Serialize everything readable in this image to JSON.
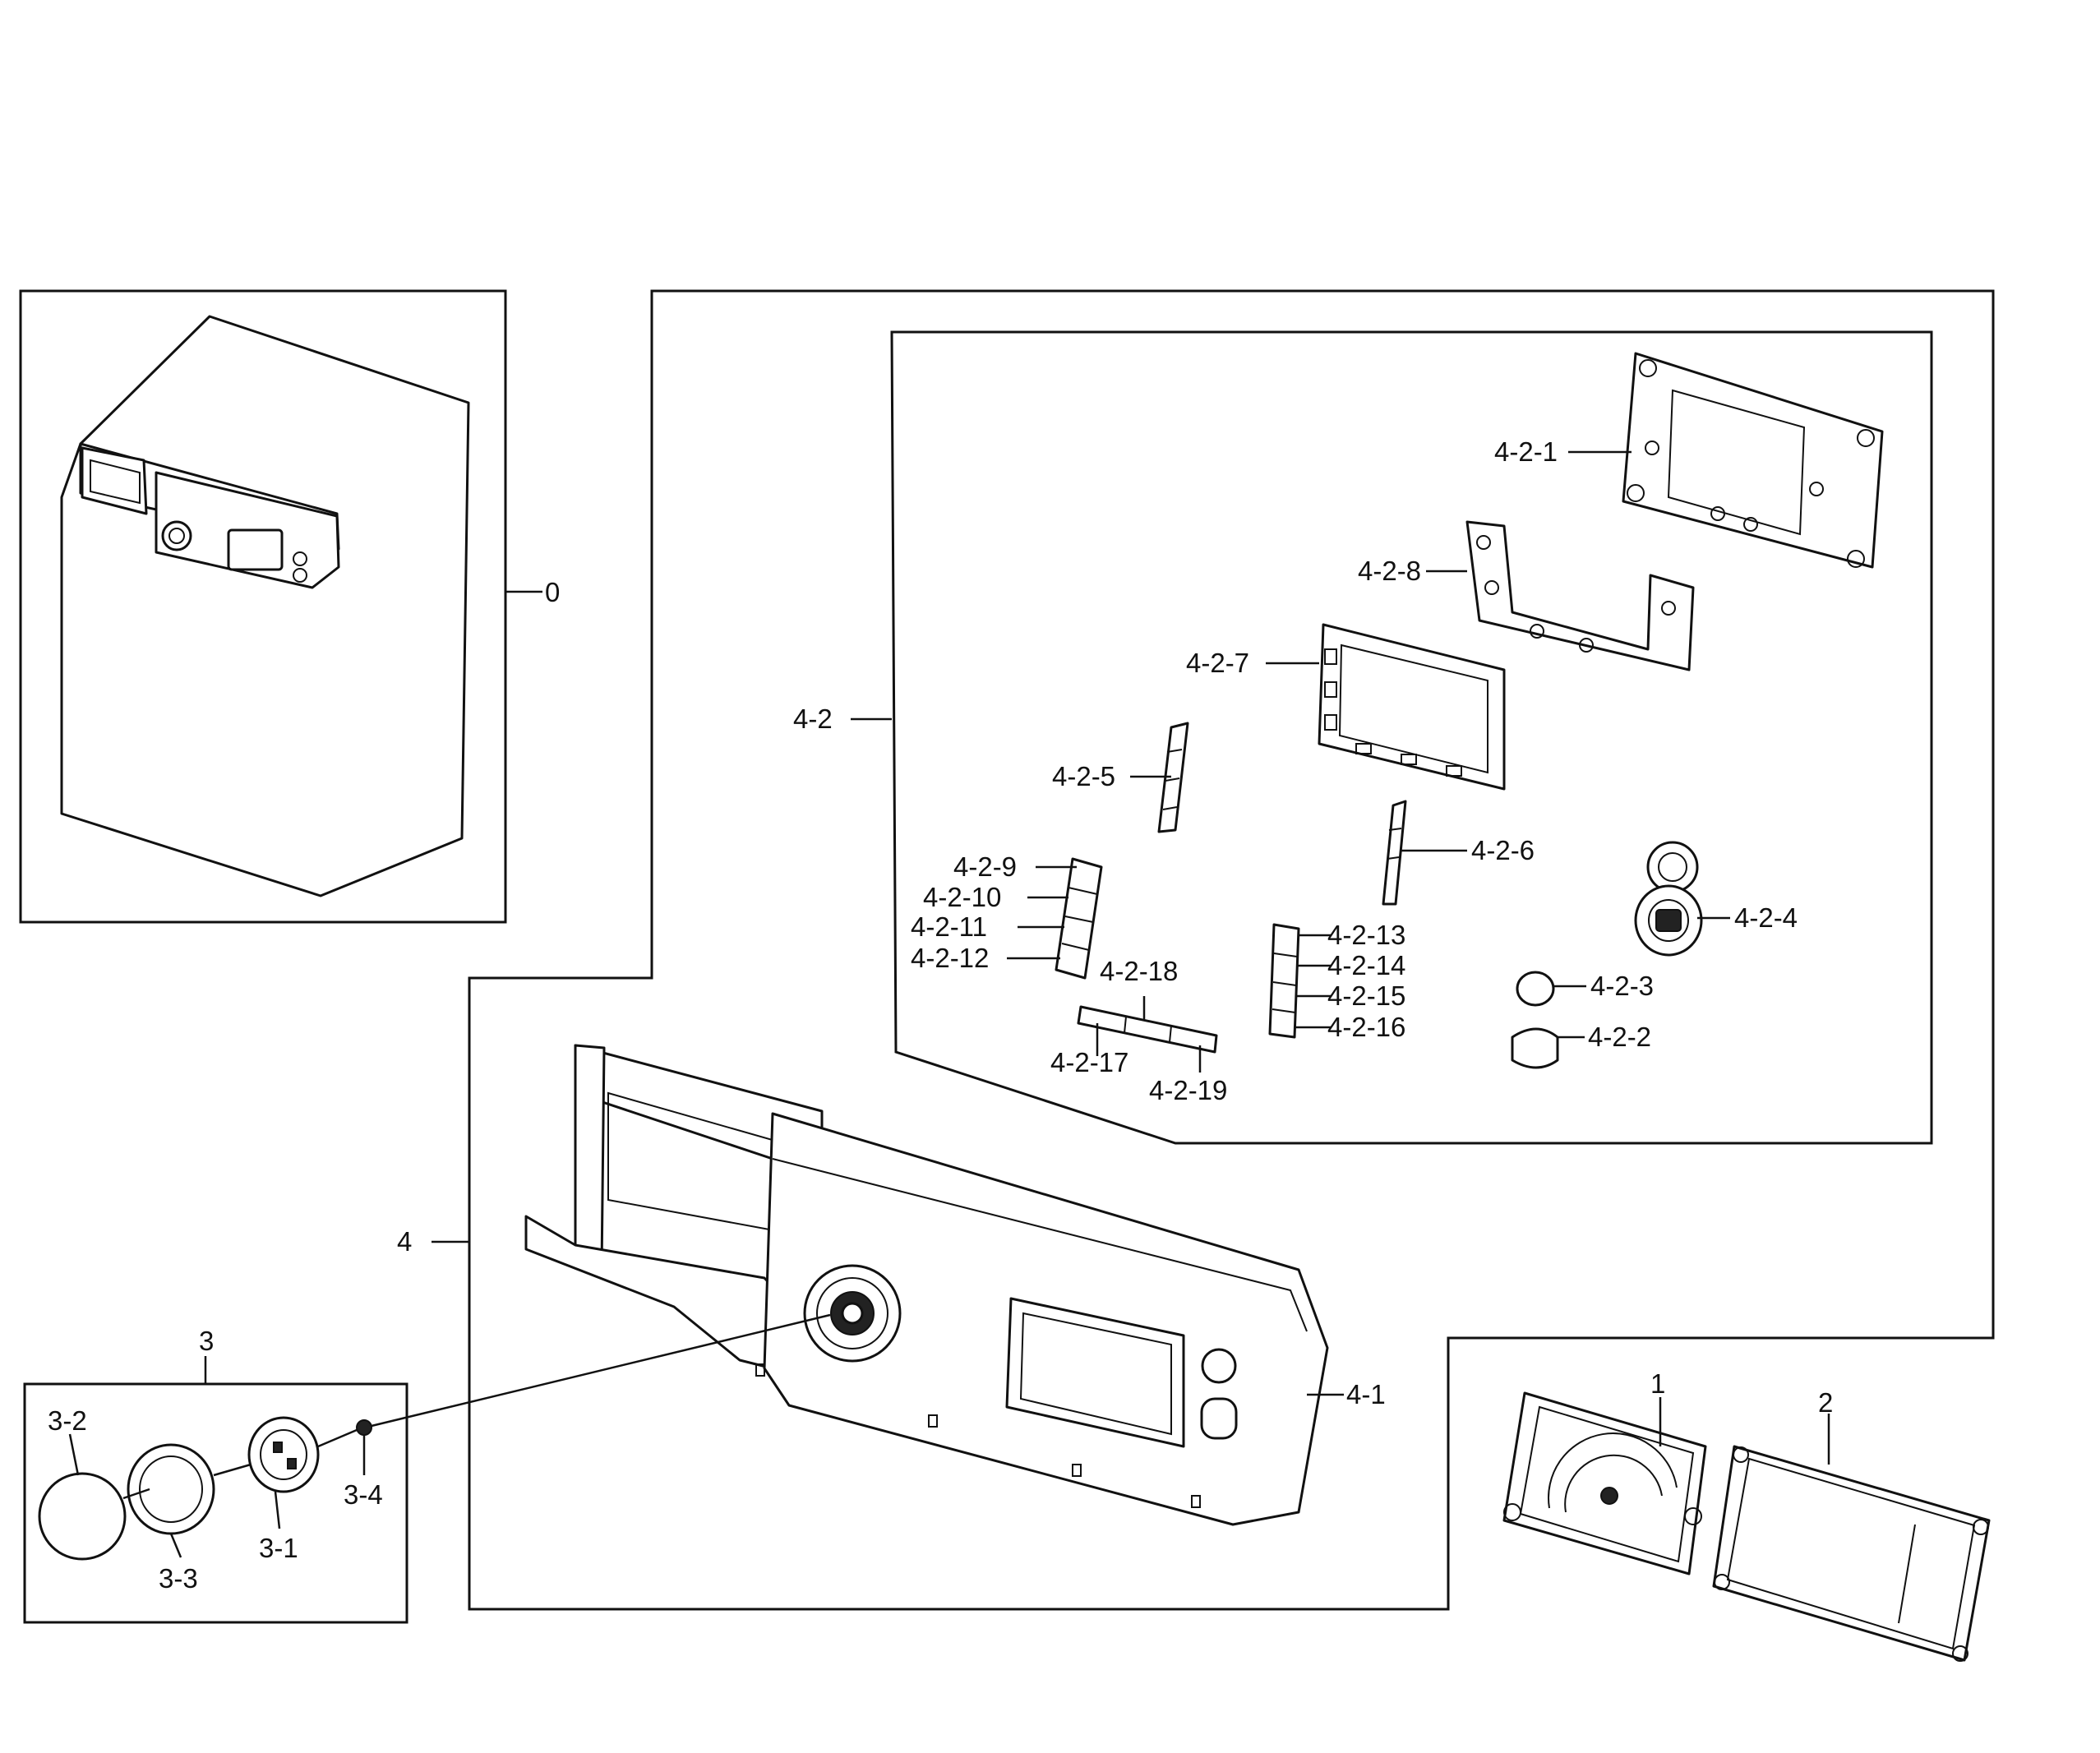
{
  "labels": {
    "p0": "0",
    "p1": "1",
    "p2": "2",
    "p3": "3",
    "p3_1": "3-1",
    "p3_2": "3-2",
    "p3_3": "3-3",
    "p3_4": "3-4",
    "p4": "4",
    "p4_1": "4-1",
    "p4_2": "4-2",
    "p4_2_1": "4-2-1",
    "p4_2_2": "4-2-2",
    "p4_2_3": "4-2-3",
    "p4_2_4": "4-2-4",
    "p4_2_5": "4-2-5",
    "p4_2_6": "4-2-6",
    "p4_2_7": "4-2-7",
    "p4_2_8": "4-2-8",
    "p4_2_9": "4-2-9",
    "p4_2_10": "4-2-10",
    "p4_2_11": "4-2-11",
    "p4_2_12": "4-2-12",
    "p4_2_13": "4-2-13",
    "p4_2_14": "4-2-14",
    "p4_2_15": "4-2-15",
    "p4_2_16": "4-2-16",
    "p4_2_17": "4-2-17",
    "p4_2_18": "4-2-18",
    "p4_2_19": "4-2-19"
  }
}
